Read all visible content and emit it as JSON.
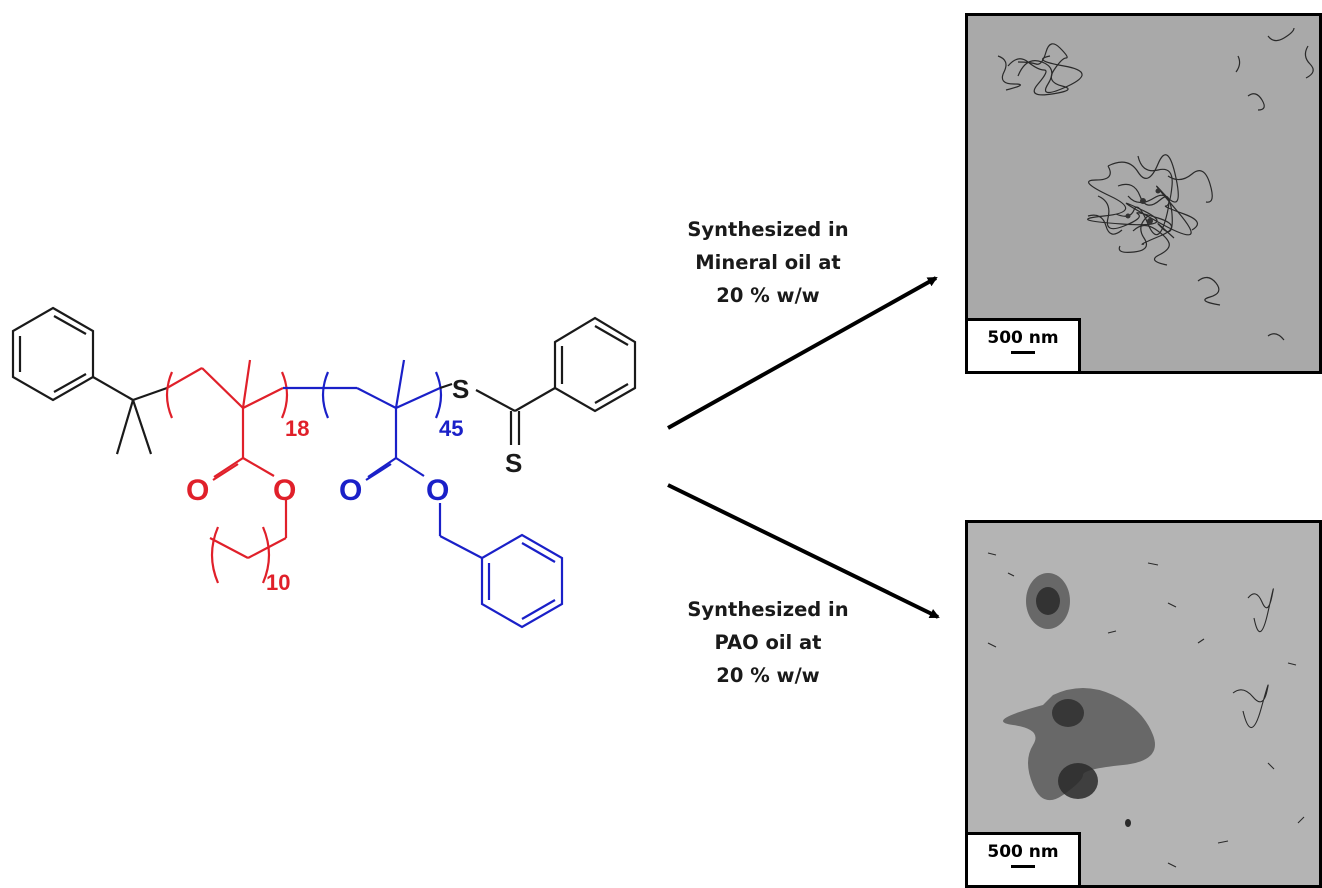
{
  "colors": {
    "black_block": "#000000",
    "red_block": "#e0202a",
    "blue_block": "#1a20c8"
  },
  "molecule": {
    "dp_red": "18",
    "dp_blue": "45",
    "side_chain_repeat": "10",
    "atoms": {
      "o_red_carbonyl": "O",
      "o_red_ester": "O",
      "o_blue_carbonyl": "O",
      "o_blue_ester": "O",
      "s_thio": "S",
      "s_thione": "S"
    }
  },
  "conditions": [
    {
      "line1": "Synthesized in",
      "line2": "Mineral oil at",
      "line3": "20 % w/w"
    },
    {
      "line1": "Synthesized in",
      "line2": "PAO oil at",
      "line3": "20 % w/w"
    }
  ],
  "micrographs": [
    {
      "scale_bar": "500 nm",
      "background": "#a9a9a9"
    },
    {
      "scale_bar": "500 nm",
      "background": "#b4b4b4"
    }
  ]
}
